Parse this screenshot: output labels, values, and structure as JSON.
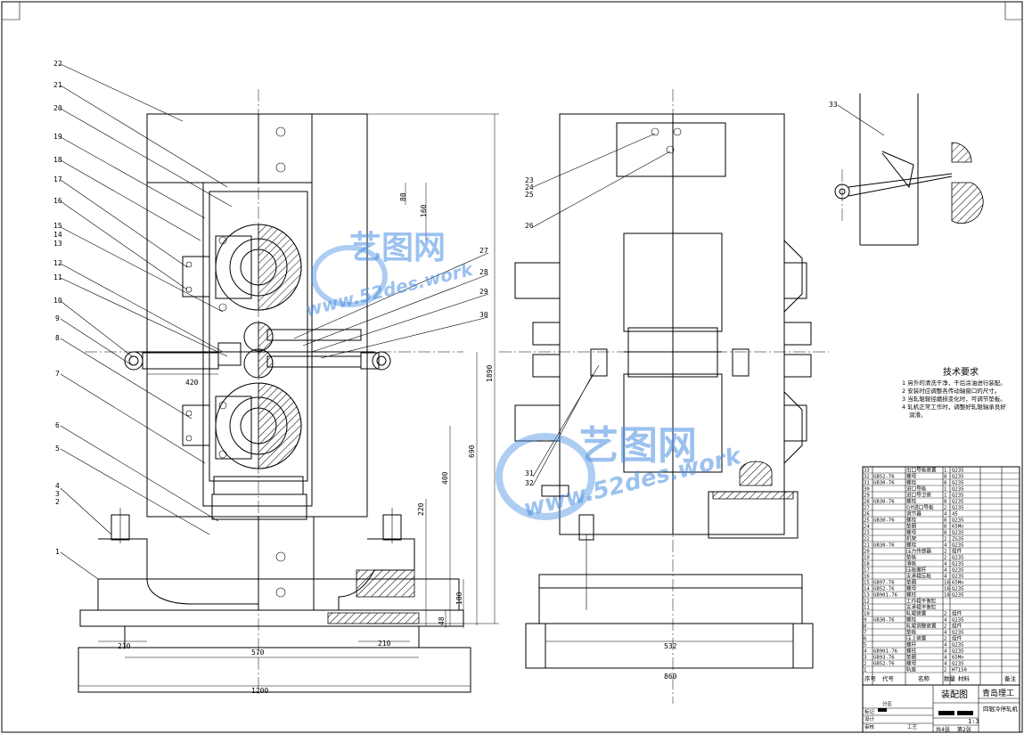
{
  "front_view": {
    "callouts": [
      "1",
      "2",
      "3",
      "4",
      "5",
      "6",
      "7",
      "8",
      "9",
      "10",
      "11",
      "12",
      "13",
      "14",
      "15",
      "16",
      "17",
      "18",
      "19",
      "20",
      "21",
      "22",
      "27",
      "28",
      "29",
      "30"
    ],
    "dims": [
      "420",
      "80",
      "160",
      "1890",
      "690",
      "400",
      "220",
      "180",
      "48",
      "210",
      "210",
      "570",
      "1200"
    ]
  },
  "side_view": {
    "callouts": [
      "23",
      "24",
      "25",
      "26",
      "31",
      "32"
    ],
    "dims": [
      "532",
      "860"
    ]
  },
  "detail_view": {
    "callouts": [
      "33"
    ]
  },
  "tech_req": {
    "title": "技术要求",
    "items": [
      "1  另外的清洗干净，干后涂油进行装配。",
      "2  安装时应调整各传动轴窗口的尺寸。",
      "3  当轧辊辊径磨损变化时，可调节垫板。",
      "4  轧机正常工作时，调整好轧辊轴承良好",
      "润滑。"
    ]
  },
  "watermark": {
    "brand": "艺图网",
    "url": "www.52des.work"
  },
  "bom": {
    "header": {
      "num": "序号",
      "code": "代号",
      "name": "名称",
      "qty": "数量",
      "mat": "材料",
      "note": "备注"
    },
    "rows": [
      {
        "num": "33",
        "code": "",
        "name": "出口导板装置",
        "qty": "1",
        "mat": "Q235"
      },
      {
        "num": "32",
        "code": "GB52-76",
        "name": "螺母",
        "qty": "8",
        "mat": "Q235"
      },
      {
        "num": "31",
        "code": "GB30-76",
        "name": "螺栓",
        "qty": "8",
        "mat": "Q235"
      },
      {
        "num": "30",
        "code": "",
        "name": "进口导板",
        "qty": "1",
        "mat": "Q235"
      },
      {
        "num": "29",
        "code": "",
        "name": "进口导卫装",
        "qty": "1",
        "mat": "Q235"
      },
      {
        "num": "28",
        "code": "GB30-76",
        "name": "螺栓",
        "qty": "8",
        "mat": "Q235"
      },
      {
        "num": "27",
        "code": "",
        "name": "Gff进口导板",
        "qty": "2",
        "mat": "Q235"
      },
      {
        "num": "26",
        "code": "",
        "name": "调节器",
        "qty": "4",
        "mat": "45"
      },
      {
        "num": "25",
        "code": "GB30-76",
        "name": "螺栓",
        "qty": "8",
        "mat": "Q235"
      },
      {
        "num": "24",
        "code": "",
        "name": "垫圈",
        "qty": "8",
        "mat": "65Mn"
      },
      {
        "num": "23",
        "code": "",
        "name": "螺母",
        "qty": "8",
        "mat": "Q235"
      },
      {
        "num": "22",
        "code": "",
        "name": "机架",
        "qty": "2",
        "mat": "ZG35"
      },
      {
        "num": "21",
        "code": "GB30-76",
        "name": "螺栓",
        "qty": "4",
        "mat": "Q235"
      },
      {
        "num": "20",
        "code": "",
        "name": "压力传感器",
        "qty": "2",
        "mat": "组件"
      },
      {
        "num": "19",
        "code": "",
        "name": "垫板",
        "qty": "2",
        "mat": "Q235"
      },
      {
        "num": "18",
        "code": "",
        "name": "滑板",
        "qty": "4",
        "mat": "Q235"
      },
      {
        "num": "17",
        "code": "",
        "name": "压板螺杆",
        "qty": "4",
        "mat": "Q235"
      },
      {
        "num": "16",
        "code": "",
        "name": "支承辊压板",
        "qty": "4",
        "mat": "Q235"
      },
      {
        "num": "15",
        "code": "GB97-76",
        "name": "垫圈",
        "qty": "16",
        "mat": "65Mn"
      },
      {
        "num": "14",
        "code": "GB52-76",
        "name": "螺母",
        "qty": "16",
        "mat": "Q235"
      },
      {
        "num": "13",
        "code": "GB901-76",
        "name": "螺柱",
        "qty": "16",
        "mat": "Q235"
      },
      {
        "num": "12",
        "code": "",
        "name": "工作辊平衡缸",
        "qty": "",
        "mat": ""
      },
      {
        "num": "11",
        "code": "",
        "name": "支承辊平衡缸",
        "qty": "",
        "mat": ""
      },
      {
        "num": "10",
        "code": "",
        "name": "轧辊装置",
        "qty": "2",
        "mat": "组件"
      },
      {
        "num": "9",
        "code": "GB30-76",
        "name": "螺栓",
        "qty": "4",
        "mat": "Q235"
      },
      {
        "num": "8",
        "code": "",
        "name": "轧辊调整装置",
        "qty": "2",
        "mat": "组件"
      },
      {
        "num": "7",
        "code": "",
        "name": "垫板",
        "qty": "4",
        "mat": "Q235"
      },
      {
        "num": "6",
        "code": "",
        "name": "压上装置",
        "qty": "2",
        "mat": "组件"
      },
      {
        "num": "5",
        "code": "",
        "name": "螺杆",
        "qty": "4",
        "mat": "Q235"
      },
      {
        "num": "4",
        "code": "GB901-76",
        "name": "螺柱",
        "qty": "4",
        "mat": "Q235"
      },
      {
        "num": "3",
        "code": "GB93-76",
        "name": "垫圈",
        "qty": "4",
        "mat": "65Mn"
      },
      {
        "num": "2",
        "code": "GB52-76",
        "name": "螺母",
        "qty": "4",
        "mat": "Q235"
      },
      {
        "num": "1",
        "code": "",
        "name": "轨座",
        "qty": "2",
        "mat": "HT150"
      }
    ]
  },
  "title_block": {
    "drawing_title": "装配图",
    "school": "青岛理工",
    "product": "四辊冷停轧机",
    "scale": "1:3",
    "sheet_total": "共4张",
    "sheet_no": "第2张",
    "row_labels": [
      "标记",
      "设计",
      "审核",
      "工艺"
    ],
    "mark_label": "分区"
  }
}
